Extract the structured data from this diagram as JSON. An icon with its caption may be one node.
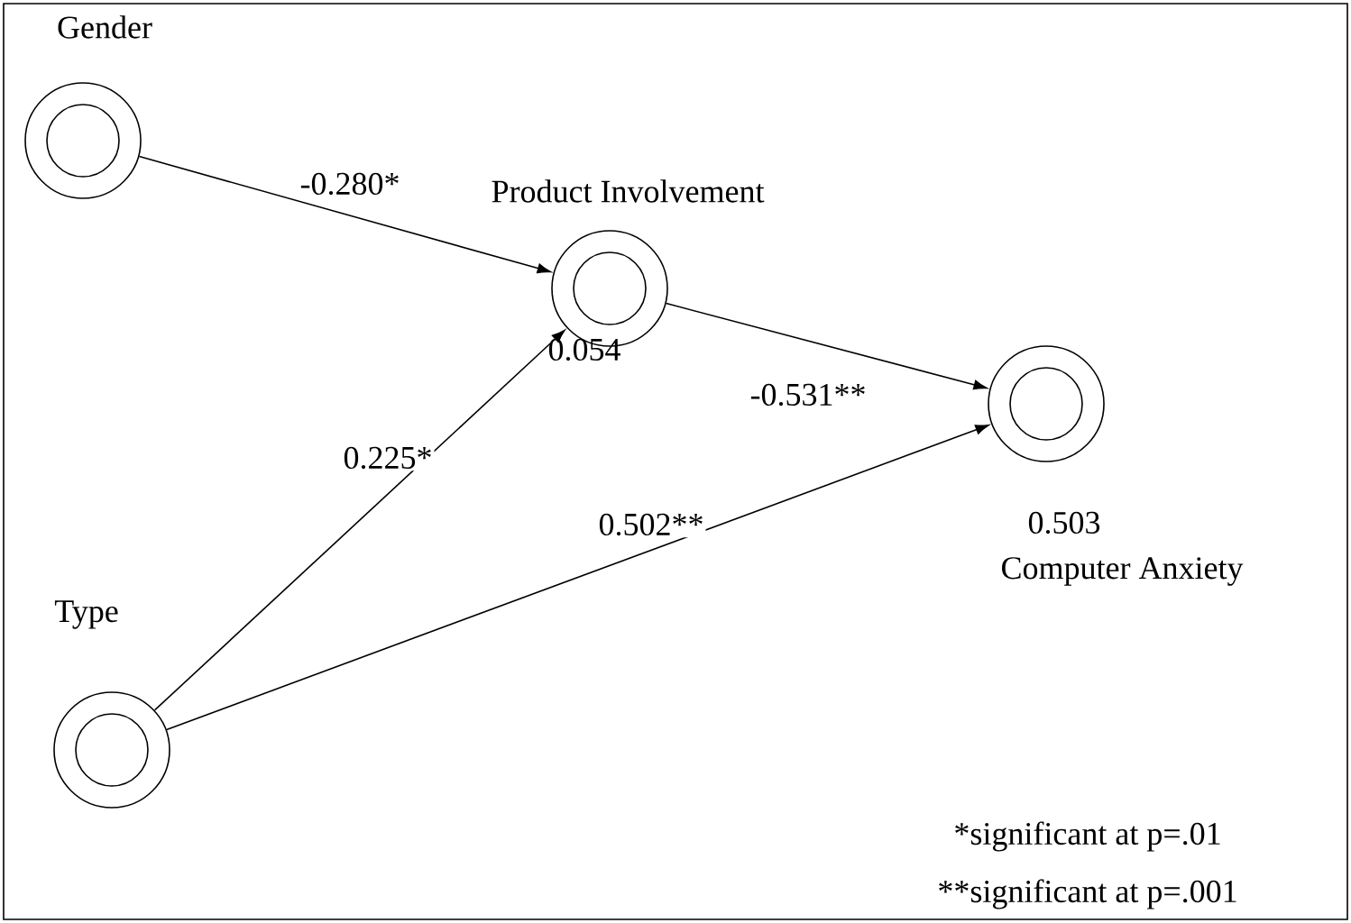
{
  "diagram": {
    "nodes": [
      {
        "text": [
          "Gender"
        ]
      },
      {
        "text": [
          "Product Involvement"
        ],
        "beside": [
          "0.054"
        ]
      },
      {
        "text": [
          "Type"
        ]
      },
      {
        "text": [
          "Computer Anxiety"
        ],
        "beside": [
          "0.503"
        ]
      }
    ],
    "edges": [
      {
        "from": 0,
        "to": 1,
        "arrow": "to",
        "label": "-0.280*"
      },
      {
        "from": 2,
        "to": 1,
        "arrow": "to",
        "label": "0.225*"
      },
      {
        "from": 1,
        "to": 3,
        "arrow": "to",
        "label": "-0.531**"
      },
      {
        "from": 2,
        "to": 3,
        "arrow": "to",
        "label": "0.502**"
      }
    ],
    "labels": [
      "*significant at p=.01",
      "**significant at p=.001"
    ]
  }
}
